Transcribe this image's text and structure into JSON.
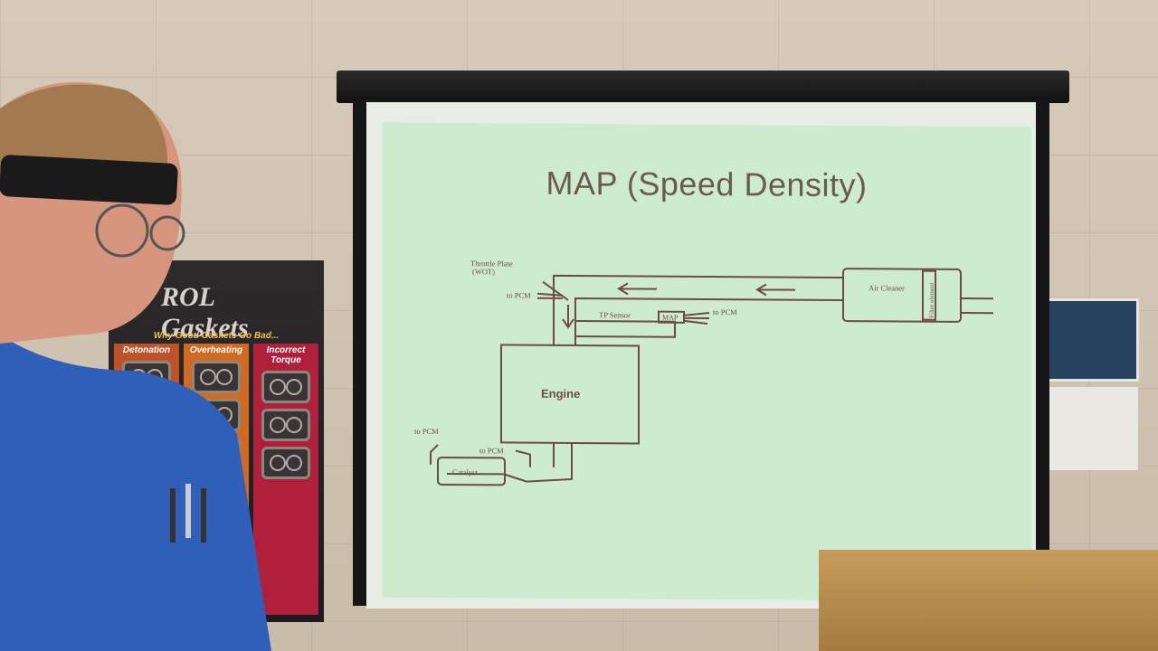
{
  "slide": {
    "title": "MAP (Speed Density)",
    "labels": {
      "throttle_plate": "Throttle Plate",
      "wot": "(WOT)",
      "to_pcm_1": "to PCM",
      "tp_sensor": "TP Sensor",
      "map": "MAP",
      "to_pcm_2": "to PCM",
      "air_cleaner": "Air Cleaner",
      "filter_element": "Filter element",
      "engine": "Engine",
      "to_pcm_3": "to PCM",
      "to_pcm_4": "to PCM",
      "catalyst": "Catalyst"
    }
  },
  "poster": {
    "brand": "ROL Gaskets",
    "tagline": "Why Good Gaskets Go Bad...",
    "columns": [
      "Detonation",
      "Overheating",
      "Incorrect Torque"
    ]
  },
  "colors": {
    "slide_bg": "#cdeccf",
    "diagram_line": "#6d4b44",
    "shirt": "#2f5fb8"
  }
}
